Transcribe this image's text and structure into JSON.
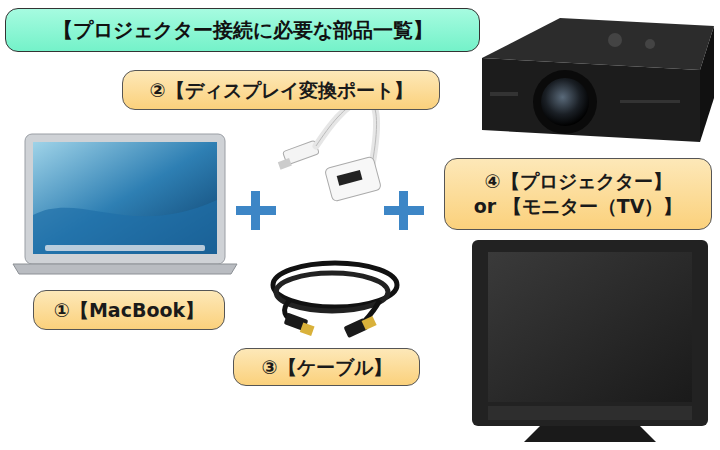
{
  "diagram": {
    "title": "【プロジェクター接続に必要な部品一覧】",
    "nodes": [
      {
        "text": [
          "②【ディスプレイ変換ポート】"
        ]
      },
      {
        "text": [
          "④【プロジェクター】",
          "or 【モニター（TV）】"
        ]
      },
      {
        "text": [
          "①【MacBook】"
        ]
      },
      {
        "text": [
          "③【ケーブル】"
        ]
      }
    ]
  }
}
